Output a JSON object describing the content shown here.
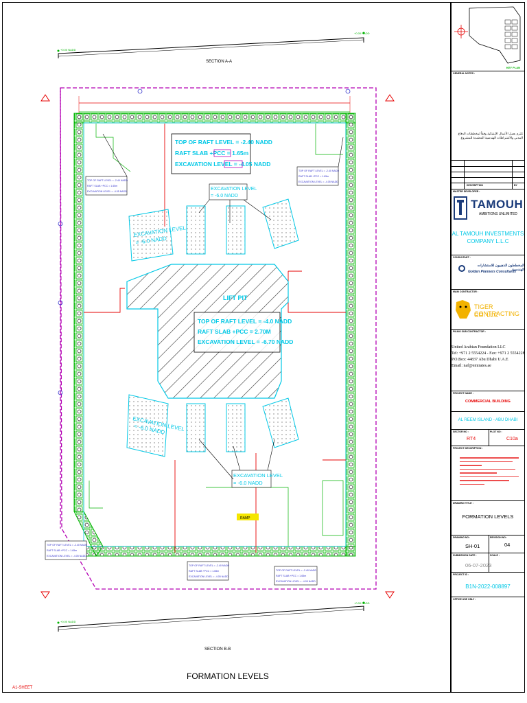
{
  "drawing": {
    "section_top": "SECTION A-A",
    "section_bottom": "SECTION B-B",
    "main_title": "FORMATION LEVELS",
    "sheet_size": "A1-SHEET",
    "level_small": "+0.00 NADD",
    "level_small_right": "+0.00 NADD",
    "level_bottom_left": "+0.00 NADD",
    "level_bottom_right": "+0.00 NADD",
    "raft_box_top": {
      "line1": "TOP OF RAFT LEVEL = -2.40 NADD",
      "line2": "RAFT SLAB +PCC = 1.65m",
      "line3": "EXCAVATION LEVEL = -4.05 NADD"
    },
    "raft_box_center": {
      "line1": "TOP OF RAFT LEVEL = -4.0 NADD",
      "line2": "RAFT SLAB +PCC = 2.70M",
      "line3": "EXCAVATION LEVEL = -6.70 NADD"
    },
    "lift_pit": "LIFT PIT",
    "excav_top_center": [
      "EXCAVATION LEVEL",
      "= -6.0 NADD"
    ],
    "excav_left_top": [
      "EXCAVATION LEVEL",
      "= -6.0 NADD"
    ],
    "excav_left_bottom": [
      "EXCAVATION LEVEL",
      "= -6.0 NADD"
    ],
    "excav_bottom_center": [
      "EXCAVATION LEVEL",
      "= -6.0 NADD"
    ],
    "small_tag": [
      "TOP OF RAFT LEVEL = -2.40 NADD",
      "RAFT SLAB +PCC = 1.65m",
      "EXCAVATION LEVEL = -4.05 NADD"
    ],
    "ramp_label": "RAMP"
  },
  "title_block": {
    "north_label": "KEY PLAN",
    "general_notes": "GENERAL NOTES :",
    "arabic_note": "تلتزم بعمل الأعمال الإنشائية وفقاً لمخططات الدفاع المدني والاشتراطات الهندسية المعتمدة للمشروع",
    "description": "DESCRIPTION",
    "by": "BY",
    "master_developer": "MASTER DEVELOPER :",
    "developer_name": "TAMOUH",
    "developer_tagline": "AMBITIONS UNLIMITED",
    "client_name_1": "AL TAMOUH INVESTMENTS",
    "client_name_2": "COMPANY L.L.C",
    "consultant": "CONSULTANT :",
    "consultant_name": "Golden Planners Consultants",
    "consultant_arabic": "المخططون الذهبيون للاستشارات الهندسية",
    "main_contractor": "MAIN CONTRACTOR :",
    "contractor_name_1": "TIGER CONTRACTING",
    "contractor_name_2": "CO. LLC",
    "piling_sub": "PILING SUB CONTRACTOR :",
    "sub_name": "United Arabian Foundation LLC",
    "sub_tel": "Tel: +971 2 5554224 - Fax: +971 2 5554228",
    "sub_po": "P.O.Box: 44837 Abu Dhabi U.A.E",
    "sub_email": "Email: naf@emirates.ae",
    "project_name_lbl": "PROJECT NAME :",
    "project_name": "COMMERCIAL BUILDING",
    "location": "AL REEM ISLAND - ABU DHABI",
    "sector_lbl": "SECTOR NO :",
    "plot_lbl": "PLOT NO :",
    "sector": "RT4",
    "plot": "C10a",
    "project_desc_lbl": "PROJECT DESCRIPTION :",
    "drawing_title_lbl": "DRAWING TITLE :",
    "drawing_title": "FORMATION LEVELS",
    "drawing_no_lbl": "DRAWING NO :",
    "revision_lbl": "REVISION NO :",
    "drawing_no": "SH-01",
    "revision": "04",
    "submission_lbl": "SUBMISSION DATE :",
    "scale_lbl": "SCALE :",
    "date": "06-07-2023",
    "project_id_lbl": "PROJECT ID :",
    "project_id": "B1N-2022-008897",
    "office_lbl": "OFFICE USE ONLY :"
  },
  "colors": {
    "cyan": "#00c8e6",
    "green": "#00b400",
    "magenta": "#b400b4",
    "red": "#e60000",
    "blue": "#3333cc",
    "yellow": "#f5e600"
  }
}
